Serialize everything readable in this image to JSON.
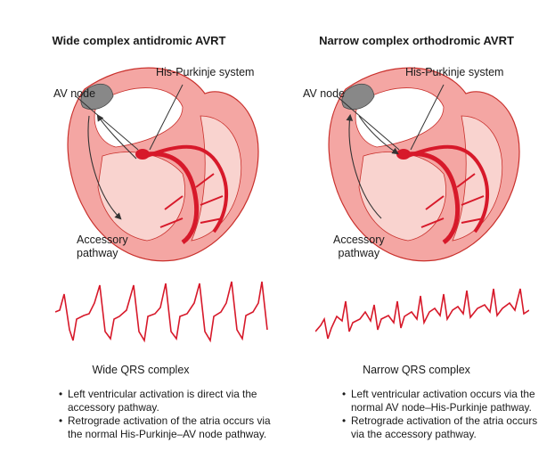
{
  "panels": [
    {
      "title": "Wide complex antidromic AVRT",
      "labels": {
        "his_purkinje": "His-Purkinje system",
        "av_node": "AV node",
        "accessory_pathway": "Accessory\npathway"
      },
      "ecg_caption": "Wide QRS complex",
      "bullets": [
        "Left ventricular activation is direct via the accessory pathway.",
        "Retrograde activation of the atria occurs via the normal His-Purkinje–AV node pathway."
      ]
    },
    {
      "title": "Narrow complex orthodromic AVRT",
      "labels": {
        "his_purkinje": "His-Purkinje system",
        "av_node": "AV node",
        "accessory_pathway": "Accessory\npathway"
      },
      "ecg_caption": "Narrow QRS complex",
      "bullets": [
        "Left ventricular activation occurs via the normal AV node–His-Purkinje pathway.",
        "Retrograde activation of the atria occurs via the accessory pathway."
      ]
    }
  ],
  "colors": {
    "myocardium": "#f4a6a3",
    "myocardium_light": "#f9d3cf",
    "conduction": "#d7192a",
    "av_node": "#888888",
    "ecg_line": "#d7192a",
    "outline": "#333333"
  }
}
